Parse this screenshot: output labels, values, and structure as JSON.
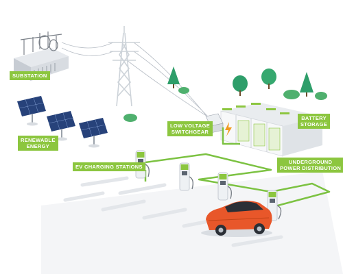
{
  "labels": {
    "substation": [
      "SUBSTATION"
    ],
    "renewable": [
      "RENEWABLE",
      "ENERGY"
    ],
    "switchgear": [
      "LOW VOLTAGE",
      "SWITCHGEAR"
    ],
    "battery": [
      "BATTERY",
      "STORAGE"
    ],
    "charging": [
      "EV CHARGING STATIONS"
    ],
    "underground": [
      "UNDERGROUND",
      "POWER DISTRIBUTION"
    ]
  },
  "colors": {
    "accent_green": "#8cc63f",
    "cable_green": "#7cc242",
    "tower_gray": "#cdd3d9",
    "panel_blue": "#27427a",
    "car_orange": "#e8572a",
    "tree_green": "#2e9e6a",
    "bolt_orange": "#f29a1f"
  },
  "icons": [
    "transformer-icon",
    "transmission-tower-icon",
    "solar-panel-icon",
    "battery-cabinet-icon",
    "charger-icon",
    "electric-car-icon",
    "tree-icon",
    "lightning-bolt-icon"
  ]
}
